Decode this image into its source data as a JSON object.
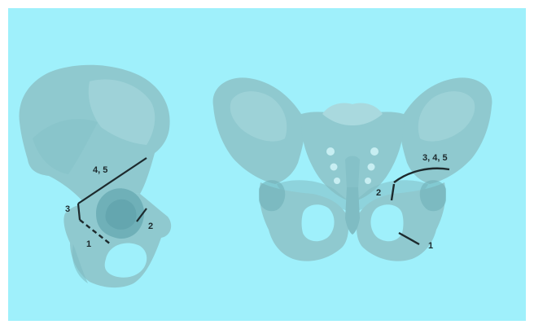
{
  "colors": {
    "background": "#9ff0fb",
    "bone": "#8fc9cf",
    "bone_dark": "#6fb0b8",
    "bone_light": "#a9d9de",
    "osteotomy_line": "#1d2a2d"
  },
  "left_view": {
    "labels": {
      "l1": "1",
      "l2": "2",
      "l3": "3",
      "l45": "4, 5"
    }
  },
  "right_view": {
    "labels": {
      "l1": "1",
      "l2": "2",
      "l345": "3, 4, 5"
    }
  }
}
